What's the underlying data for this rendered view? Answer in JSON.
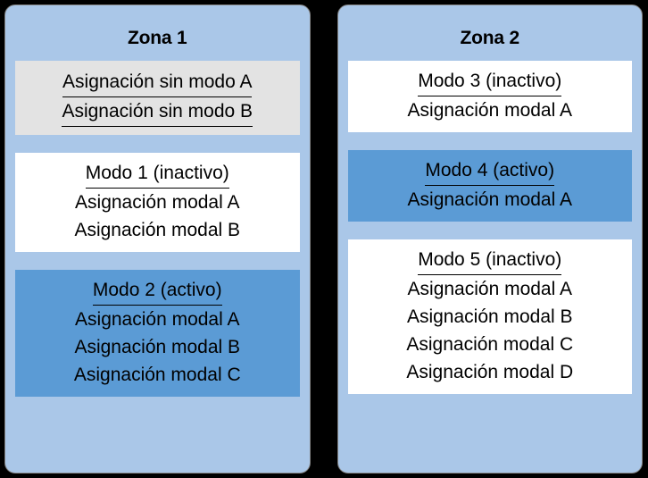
{
  "colors": {
    "background": "#000000",
    "zone_fill": "#aac7e8",
    "zone_border": "#808080",
    "group_gray": "#e3e3e3",
    "group_white": "#ffffff",
    "group_active": "#5b9bd5",
    "text": "#000000"
  },
  "zones": [
    {
      "title": "Zona 1",
      "groups": [
        {
          "tone": "gray",
          "header": null,
          "rows": [
            {
              "label": "Asignación sin modo A",
              "underlined": true
            },
            {
              "label": "Asignación sin modo B",
              "underlined": true
            }
          ]
        },
        {
          "tone": "white",
          "header": "Modo 1 (inactivo)",
          "rows": [
            {
              "label": "Asignación modal A",
              "underlined": false
            },
            {
              "label": "Asignación modal B",
              "underlined": false
            }
          ]
        },
        {
          "tone": "active",
          "header": "Modo 2 (activo)",
          "rows": [
            {
              "label": "Asignación modal A",
              "underlined": false
            },
            {
              "label": "Asignación modal B",
              "underlined": false
            },
            {
              "label": "Asignación modal C",
              "underlined": false
            }
          ]
        }
      ]
    },
    {
      "title": "Zona 2",
      "groups": [
        {
          "tone": "white",
          "header": "Modo 3 (inactivo)",
          "rows": [
            {
              "label": "Asignación modal A",
              "underlined": false
            }
          ]
        },
        {
          "tone": "active",
          "header": "Modo 4 (activo)",
          "rows": [
            {
              "label": "Asignación modal A",
              "underlined": false
            }
          ]
        },
        {
          "tone": "white",
          "header": "Modo 5 (inactivo)",
          "rows": [
            {
              "label": "Asignación modal A",
              "underlined": false
            },
            {
              "label": "Asignación modal B",
              "underlined": false
            },
            {
              "label": "Asignación modal C",
              "underlined": false
            },
            {
              "label": "Asignación modal D",
              "underlined": false
            }
          ]
        }
      ]
    }
  ]
}
